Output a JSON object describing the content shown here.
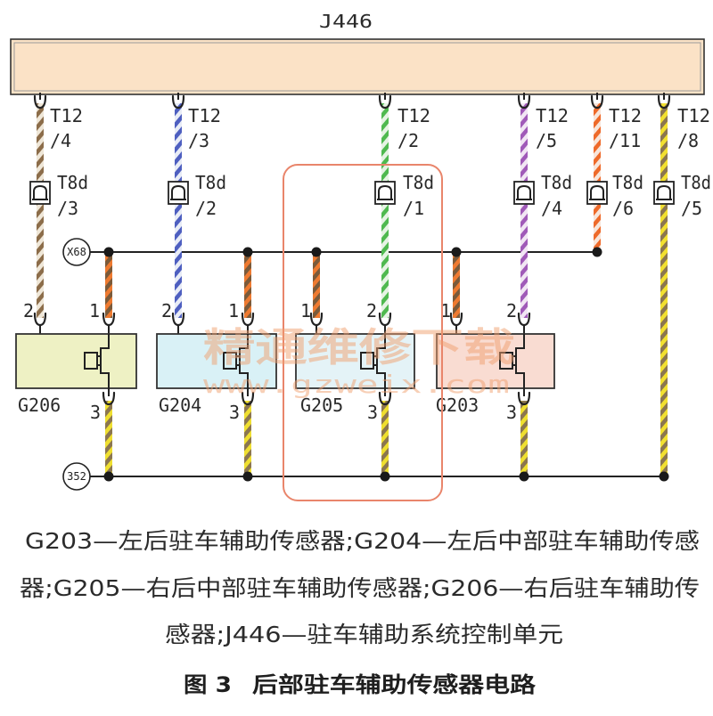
{
  "diagram": {
    "control_unit_label": "J446",
    "harness": [
      {
        "connector": "T12",
        "pin": "/4",
        "inline_connector": "T8d",
        "inline_pin": "/3",
        "wire_colors": [
          "#8c6d4a",
          "#efe7d8"
        ]
      },
      {
        "connector": "T12",
        "pin": "/3",
        "inline_connector": "T8d",
        "inline_pin": "/2",
        "wire_colors": [
          "#4e5fc0",
          "#e8ecf6"
        ]
      },
      {
        "connector": "T12",
        "pin": "/2",
        "inline_connector": "T8d",
        "inline_pin": "/1",
        "wire_colors": [
          "#4fb94f",
          "#e6f3e4"
        ]
      },
      {
        "connector": "T12",
        "pin": "/5",
        "inline_connector": "T8d",
        "inline_pin": "/4",
        "wire_colors": [
          "#a05ab8",
          "#f1e6f3"
        ]
      },
      {
        "connector": "T12",
        "pin": "/11",
        "inline_connector": "T8d",
        "inline_pin": "/6",
        "wire_colors": [
          "#ee6a2a",
          "#f7e5da"
        ]
      },
      {
        "connector": "T12",
        "pin": "/8",
        "inline_connector": "T8d",
        "inline_pin": "/5",
        "wire_colors": [
          "#f2e030",
          "#8b7650"
        ]
      }
    ],
    "ground_connection_x68": "X68",
    "ground_point_352": "352",
    "ground_wire_colors": [
      "#ee7a30",
      "#7a5a3a"
    ],
    "return_wire_colors": [
      "#efdf30",
      "#8b7650"
    ],
    "sensors": [
      {
        "label": "G206",
        "pin_a": "2",
        "pin_b": "1",
        "pin_c": "3",
        "fill": "#eef1c4"
      },
      {
        "label": "G204",
        "pin_a": "2",
        "pin_b": "1",
        "pin_c": "3",
        "fill": "#d9f1f6"
      },
      {
        "label": "G205",
        "pin_a": "1",
        "pin_b": "2",
        "pin_c": "3",
        "fill": "#e4f3f7"
      },
      {
        "label": "G203",
        "pin_a": "1",
        "pin_b": "2",
        "pin_c": "3",
        "fill": "#f9dcd2"
      }
    ],
    "colors": {
      "control_unit_fill": "#fbe2c6",
      "highlight": "#e9856b",
      "watermark": "#f0a070"
    }
  },
  "watermark": {
    "line1": "精通维修下载",
    "line2": "www.gzweix.com"
  },
  "caption": {
    "legend_lines": [
      "G203—左后驻车辅助传感器;G204—左后中部驻车辅助传感",
      "器;G205—右后中部驻车辅助传感器;G206—右后驻车辅助传",
      "感器;J446—驻车辅助系统控制单元"
    ],
    "figure_label": "图 3",
    "figure_title": "后部驻车辅助传感器电路"
  }
}
